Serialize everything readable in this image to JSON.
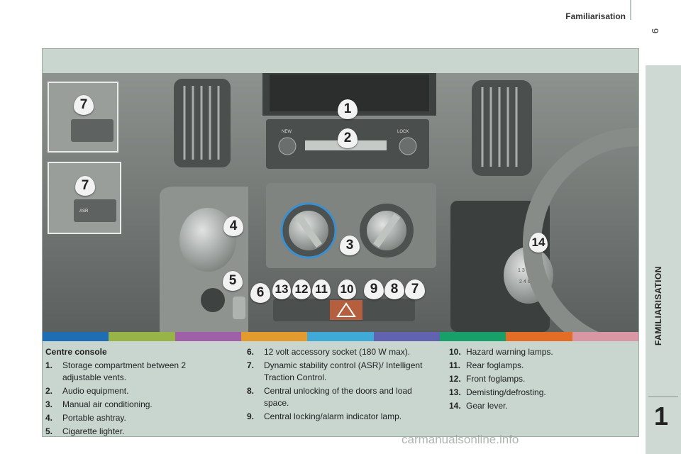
{
  "header": {
    "title": "Familiarisation",
    "page_number": "9"
  },
  "side_tab": {
    "label": "FAMILIARISATION",
    "chapter": "1"
  },
  "color_bar": [
    "#1f6db5",
    "#98b446",
    "#a060a8",
    "#e49b2e",
    "#3fa9d8",
    "#6163b0",
    "#17a06a",
    "#e46d25",
    "#d996a3"
  ],
  "photo": {
    "callouts": [
      "1",
      "2",
      "3",
      "4",
      "5",
      "6",
      "7",
      "7",
      "13",
      "12",
      "11",
      "10",
      "9",
      "8",
      "7",
      "14"
    ],
    "inset_labels": {
      "asr_button": "ASR"
    },
    "radio_labels": {
      "left": "NEW",
      "mode": "LOCK"
    }
  },
  "legend": {
    "title": "Centre console",
    "col1": [
      {
        "num": "1.",
        "text": "Storage compartment between 2 adjustable vents."
      },
      {
        "num": "2.",
        "text": "Audio equipment."
      },
      {
        "num": "3.",
        "text": "Manual air conditioning."
      },
      {
        "num": "4.",
        "text": "Portable ashtray."
      },
      {
        "num": "5.",
        "text": "Cigarette lighter."
      }
    ],
    "col2": [
      {
        "num": "6.",
        "text": "12 volt accessory socket (180 W max)."
      },
      {
        "num": "7.",
        "text": "Dynamic stability control (ASR)/ Intelligent Traction Control."
      },
      {
        "num": "8.",
        "text": "Central unlocking of the doors and load space."
      },
      {
        "num": "9.",
        "text": "Central locking/alarm indicator lamp."
      }
    ],
    "col3": [
      {
        "num": "10.",
        "text": "Hazard warning lamps."
      },
      {
        "num": "11.",
        "text": "Rear foglamps."
      },
      {
        "num": "12.",
        "text": "Front foglamps."
      },
      {
        "num": "13.",
        "text": "Demisting/defrosting."
      },
      {
        "num": "14.",
        "text": "Gear lever."
      }
    ]
  },
  "watermark": "carmanualsonline.info",
  "gear_pattern": {
    "top": "1 3 5 R",
    "bottom": "2 4 6"
  }
}
